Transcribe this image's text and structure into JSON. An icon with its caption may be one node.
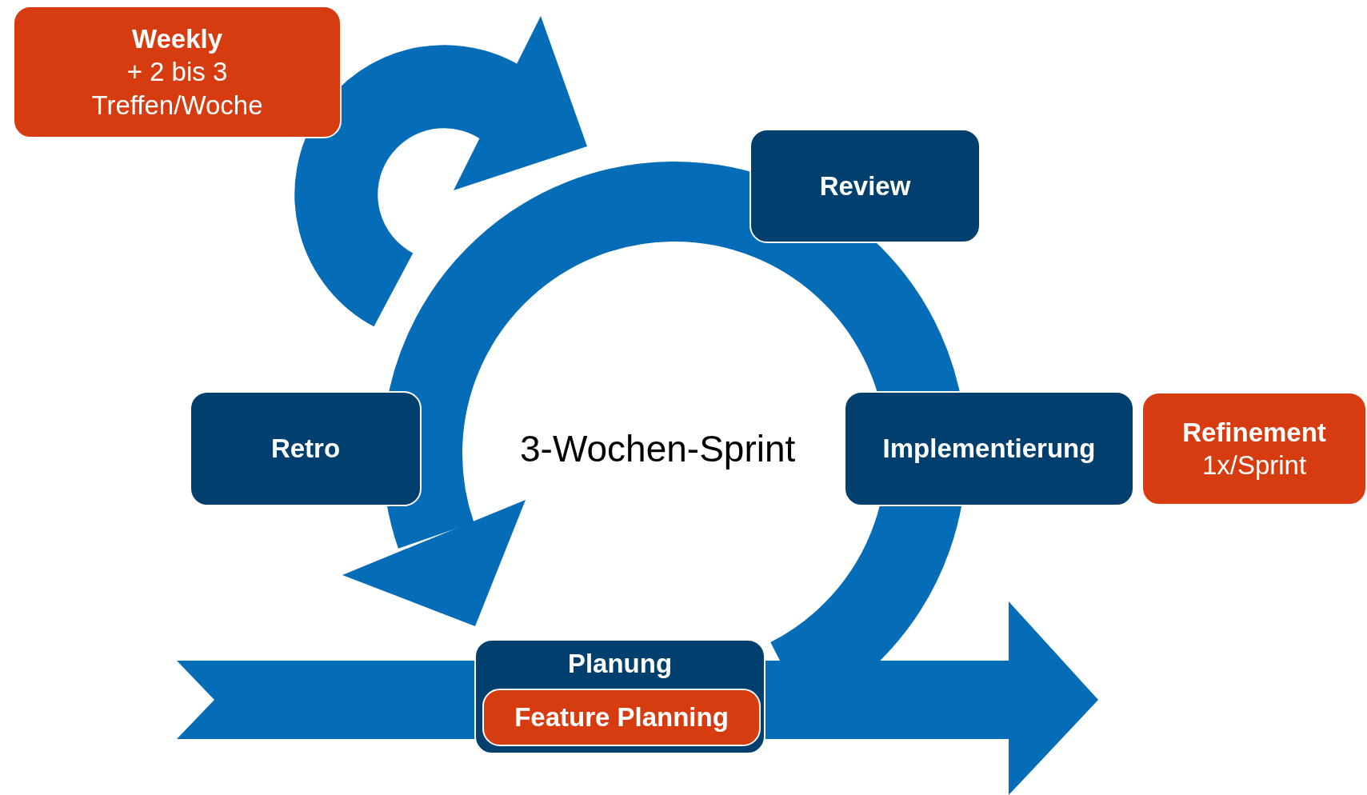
{
  "diagram": {
    "nodes": [
      {
        "text": [
          "Weekly",
          "+ 2 bis 3 Treffen/Woche"
        ]
      },
      {
        "text": [
          "Review"
        ]
      },
      {
        "text": [
          "Retro"
        ]
      },
      {
        "text": [
          "Implementierung"
        ]
      },
      {
        "text": [
          "Refinement",
          "1x/Sprint"
        ]
      },
      {
        "text": [
          "Planung"
        ]
      },
      {
        "text": [
          "Feature Planning"
        ],
        "in": 5
      }
    ],
    "labels": [
      "3-Wochen-Sprint"
    ]
  }
}
